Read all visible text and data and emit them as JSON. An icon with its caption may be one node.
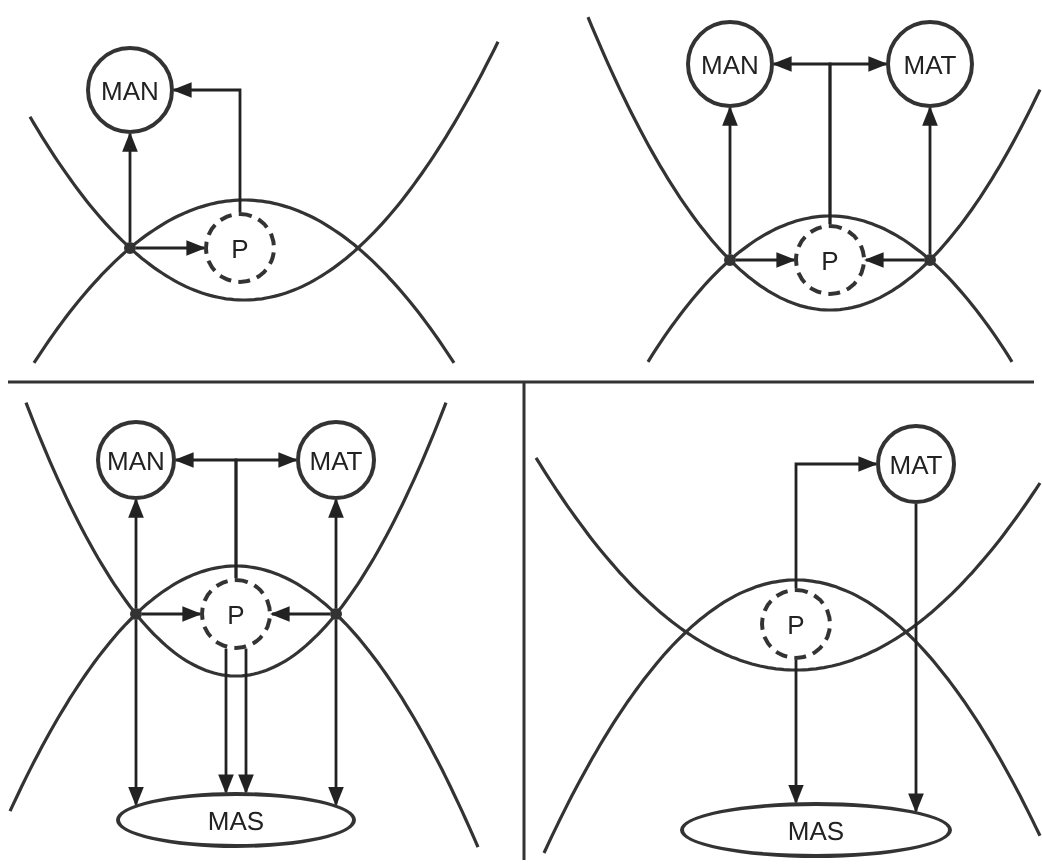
{
  "diagram": {
    "nodes": [
      {
        "text": [
          "MAN"
        ]
      },
      {
        "text": [],
        "shape": "dot"
      },
      {
        "text": [
          "P"
        ]
      },
      {
        "text": [
          "MAN"
        ]
      },
      {
        "text": [
          "MAT"
        ]
      },
      {
        "text": [],
        "shape": "dot"
      },
      {
        "text": [
          "P"
        ]
      },
      {
        "text": [],
        "shape": "dot"
      },
      {
        "text": [
          "MAN"
        ]
      },
      {
        "text": [
          "MAT"
        ]
      },
      {
        "text": [],
        "shape": "dot"
      },
      {
        "text": [
          "P"
        ]
      },
      {
        "text": [],
        "shape": "dot"
      },
      {
        "text": [
          "MAS"
        ]
      },
      {
        "text": [
          "MAT"
        ]
      },
      {
        "text": [
          "P"
        ]
      },
      {
        "text": [
          "MAS"
        ]
      }
    ],
    "edges": [
      {
        "from": 1,
        "to": 0,
        "arrow": "to"
      },
      {
        "from": 2,
        "to": 0,
        "arrow": "to"
      },
      {
        "from": 1,
        "to": 2,
        "arrow": "to"
      },
      {
        "from": 6,
        "to": 3,
        "arrow": "to"
      },
      {
        "from": 6,
        "to": 4,
        "arrow": "to"
      },
      {
        "from": 5,
        "to": 3,
        "arrow": "to"
      },
      {
        "from": 5,
        "to": 6,
        "arrow": "to"
      },
      {
        "from": 7,
        "to": 6,
        "arrow": "to"
      },
      {
        "from": 7,
        "to": 4,
        "arrow": "to"
      },
      {
        "from": 11,
        "to": 8,
        "arrow": "to"
      },
      {
        "from": 11,
        "to": 9,
        "arrow": "to"
      },
      {
        "from": 10,
        "to": 8,
        "arrow": "to"
      },
      {
        "from": 12,
        "to": 9,
        "arrow": "to"
      },
      {
        "from": 10,
        "to": 11,
        "arrow": "to"
      },
      {
        "from": 12,
        "to": 11,
        "arrow": "to"
      },
      {
        "from": 10,
        "to": 13,
        "arrow": "to"
      },
      {
        "from": 11,
        "to": 13,
        "arrow": "to"
      },
      {
        "from": 11,
        "to": 13,
        "arrow": "to"
      },
      {
        "from": 12,
        "to": 13,
        "arrow": "to"
      },
      {
        "from": 15,
        "to": 14,
        "arrow": "to"
      },
      {
        "from": 15,
        "to": 16,
        "arrow": "to"
      },
      {
        "from": 14,
        "to": 16,
        "arrow": "to"
      }
    ]
  }
}
